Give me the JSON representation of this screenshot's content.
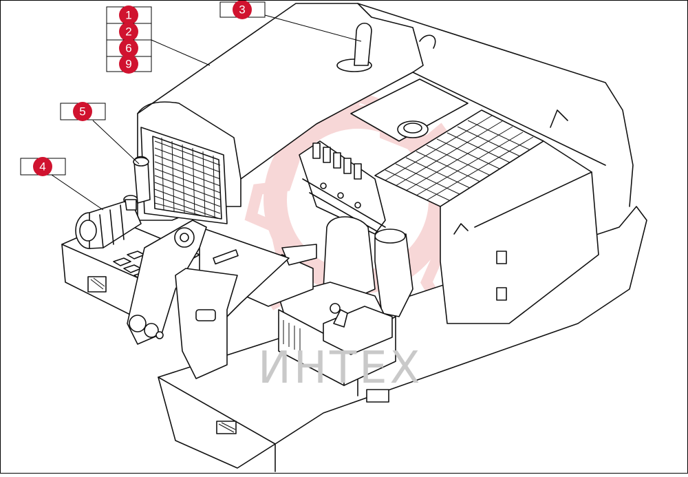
{
  "colors": {
    "badge": "#d0132f",
    "leader": "#000000",
    "outline": "#111111",
    "watermark_logo": "#f2b8b8",
    "watermark_text": "#c9c9c9"
  },
  "watermark": {
    "text": "ИНТЕХ",
    "logo_icon": "gear-logo-icon"
  },
  "callouts": [
    {
      "number": "1"
    },
    {
      "number": "2"
    },
    {
      "number": "6"
    },
    {
      "number": "9"
    },
    {
      "number": "3"
    },
    {
      "number": "5"
    },
    {
      "number": "4"
    }
  ]
}
